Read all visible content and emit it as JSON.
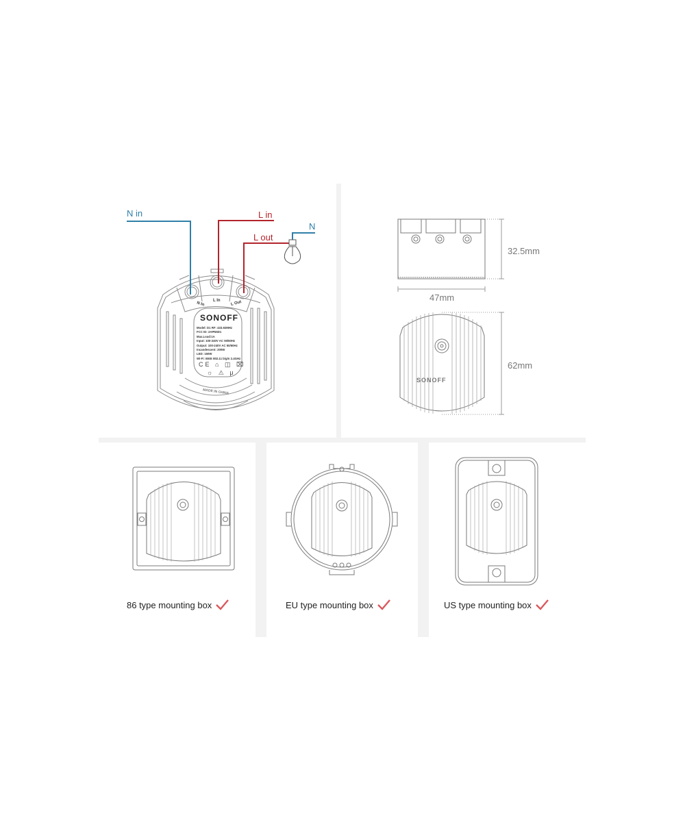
{
  "wiring": {
    "labels": {
      "n_in": "N in",
      "l_in": "L in",
      "l_out": "L out",
      "n": "N"
    },
    "terminal_labels": [
      "N In",
      "L In",
      "L Out"
    ],
    "colors": {
      "neutral": "#2f7fa8",
      "live": "#b3232b",
      "outline": "#8a8a8a"
    }
  },
  "device_label": {
    "brand": "SONOFF",
    "lines": [
      "Model: D1    RF: 433.92MHz",
      "FCC ID: 2APN5D1",
      "Max.Load:1A",
      "Input: 100-240V AC 50/60Hz",
      "Output: 100-240V AC 50/60Hz",
      "Incandescent: 200W",
      "LED: 150W",
      "Wi-Fi: IEEE 802.11 b/g/n 2.4GHz"
    ],
    "footer": "MADE IN CHINA"
  },
  "dimensions": {
    "height": "32.5mm",
    "width": "47mm",
    "length": "62mm"
  },
  "mounting": [
    {
      "caption": "86 type mounting box",
      "supported": true
    },
    {
      "caption": "EU type mounting box",
      "supported": true
    },
    {
      "caption": "US type mounting box",
      "supported": true
    }
  ],
  "check_color": "#d9595f"
}
